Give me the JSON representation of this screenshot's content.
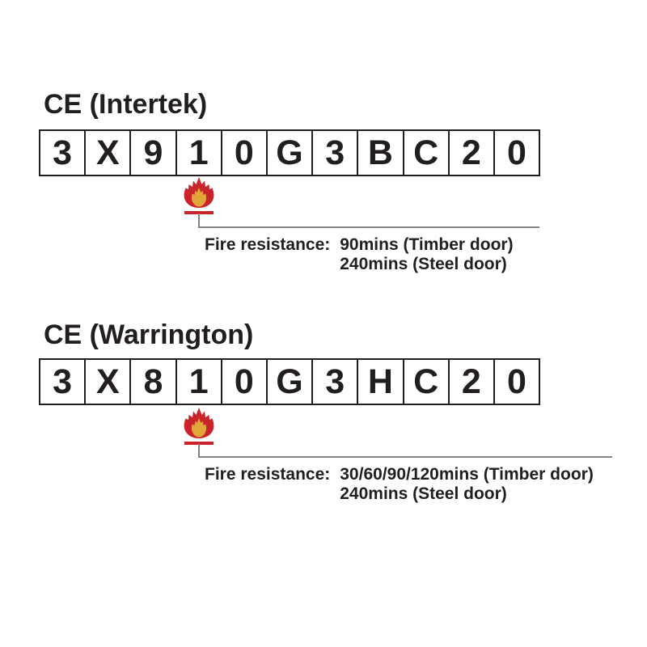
{
  "page": {
    "background": "#ffffff",
    "description": "Fire door certification code diagram"
  },
  "colors": {
    "ink": "#221e1f",
    "flame_red": "#c9242c",
    "flame_yellow": "#e3a739",
    "connector_gray": "#848484"
  },
  "icons": {
    "flame": "flame-icon"
  },
  "sections": [
    {
      "title": "CE (Intertek)",
      "code_cells": [
        "3",
        "X",
        "9",
        "1",
        "0",
        "G",
        "3",
        "B",
        "C",
        "2",
        "0"
      ],
      "pointed_cell_index": 3,
      "fire_label": "Fire resistance:",
      "fire_lines": [
        "90mins (Timber door)",
        "240mins (Steel door)"
      ]
    },
    {
      "title": "CE (Warrington)",
      "code_cells": [
        "3",
        "X",
        "8",
        "1",
        "0",
        "G",
        "3",
        "H",
        "C",
        "2",
        "0"
      ],
      "pointed_cell_index": 3,
      "fire_label": "Fire resistance:",
      "fire_lines": [
        "30/60/90/120mins (Timber door)",
        "240mins (Steel door)"
      ]
    }
  ]
}
